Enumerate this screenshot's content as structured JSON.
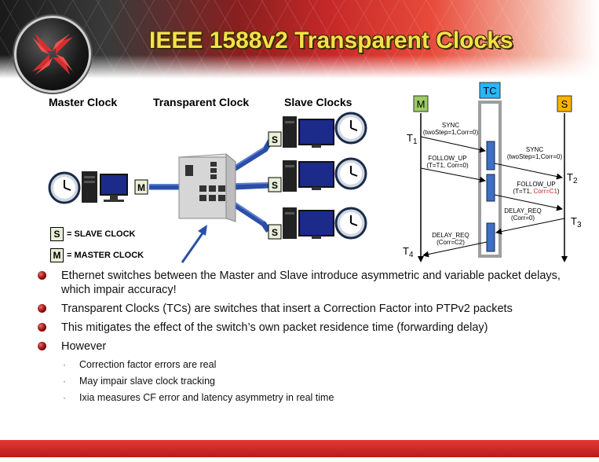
{
  "slide": {
    "title": "IEEE 1588v2 Transparent Clocks",
    "colors": {
      "accent_red": "#c62828",
      "title_yellow": "#f4e14a",
      "link_blue": "#2b4fa8"
    }
  },
  "diagram": {
    "labels": {
      "master": "Master Clock",
      "transparent": "Transparent Clock",
      "slave": "Slave Clocks"
    },
    "tags": {
      "master": "M",
      "slave": "S"
    },
    "legend": [
      {
        "tag": "S",
        "text": "= SLAVE CLOCK"
      },
      {
        "tag": "M",
        "text": "= MASTER CLOCK"
      }
    ]
  },
  "timing": {
    "nodes": {
      "master": "M",
      "tc": "TC",
      "slave": "S"
    },
    "times": {
      "t1": "T",
      "t1_sub": "1",
      "t2": "T",
      "t2_sub": "2",
      "t3": "T",
      "t3_sub": "3",
      "t4": "T",
      "t4_sub": "4"
    },
    "messages": [
      {
        "name": "SYNC",
        "detail": "(twoStep=1,Corr=0)"
      },
      {
        "name": "SYNC",
        "detail": "(twoStep=1,Corr=0)"
      },
      {
        "name": "FOLLOW_UP",
        "detail": "(T=T1, Corr=0)"
      },
      {
        "name": "FOLLOW_UP",
        "detail_a": "(T=T1, ",
        "detail_b": "Corr=C1",
        "detail_c": ")"
      },
      {
        "name": "DELAY_REQ",
        "detail": "(Corr=0)"
      },
      {
        "name": "DELAY_REQ",
        "detail": "(Corr=C2)"
      }
    ]
  },
  "bullets": [
    {
      "text": "Ethernet switches between the Master and Slave introduce asymmetric and variable packet delays, which impair accuracy!"
    },
    {
      "text": "Transparent Clocks (TCs) are switches that insert a Correction Factor into PTPv2 packets"
    },
    {
      "text": "This mitigates the effect of the switch’s own packet residence time (forwarding delay)"
    },
    {
      "text": "However"
    }
  ],
  "sub_bullets": [
    {
      "text": "Correction factor errors are real"
    },
    {
      "text": "May impair slave clock tracking"
    },
    {
      "text": "Ixia measures CF error and latency asymmetry in real time"
    }
  ]
}
